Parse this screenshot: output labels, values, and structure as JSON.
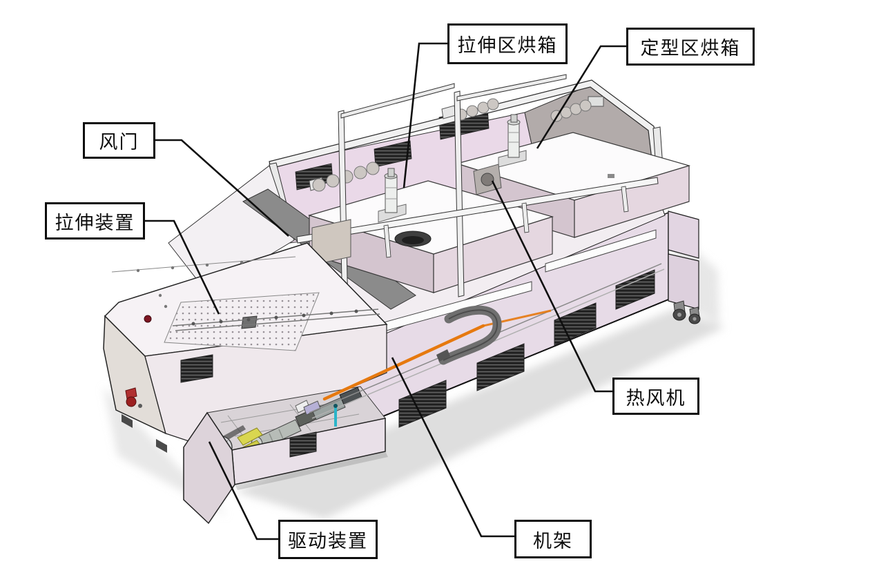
{
  "figure": {
    "type": "machine-part-callout-diagram",
    "labels": {
      "stretch_zone_oven": "拉伸区烘箱",
      "setting_zone_oven": "定型区烘箱",
      "damper": "风门",
      "stretching_device": "拉伸装置",
      "hot_air_blower": "热风机",
      "drive_device": "驱动装置",
      "machine_frame": "机架"
    },
    "colors": {
      "body_pink": "#e7dbe7",
      "wall_pink": "#ead9e8",
      "wall_gray": "#b2abaa",
      "oven_top_white": "#fcfbfc",
      "panel_greige": "#cfc7bf",
      "vent_dark": "#383838",
      "rail_orange": "#e6790f",
      "cable_cyan": "#2ab5c9",
      "drive_yellow": "#d9d650",
      "valve_red": "#9c1f1f",
      "leader_black": "#0f0f0f"
    }
  }
}
